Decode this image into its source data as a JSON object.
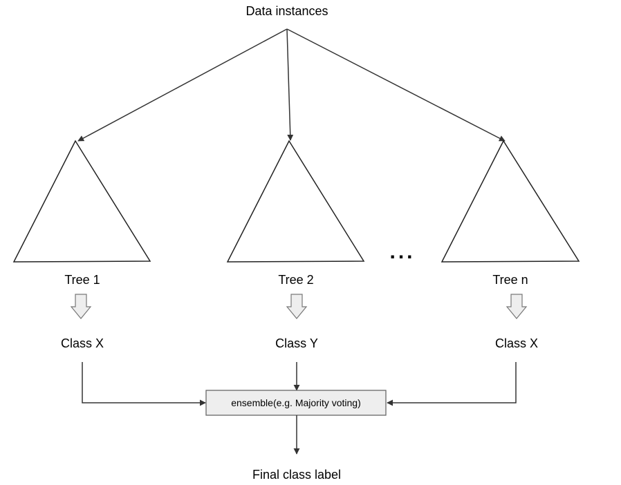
{
  "root": {
    "label": "Data instances"
  },
  "trees": [
    {
      "label": "Tree 1",
      "class_label": "Class X"
    },
    {
      "label": "Tree 2",
      "class_label": "Class Y"
    },
    {
      "label": "Tree n",
      "class_label": "Class X"
    }
  ],
  "ellipsis": "...",
  "ensemble": {
    "label": "ensemble(e.g. Majority voting)"
  },
  "output": {
    "label": "Final class label"
  },
  "colors": {
    "ensemble_fill": "#eeeeee",
    "ensemble_stroke": "#666666",
    "edge": "#333333"
  }
}
